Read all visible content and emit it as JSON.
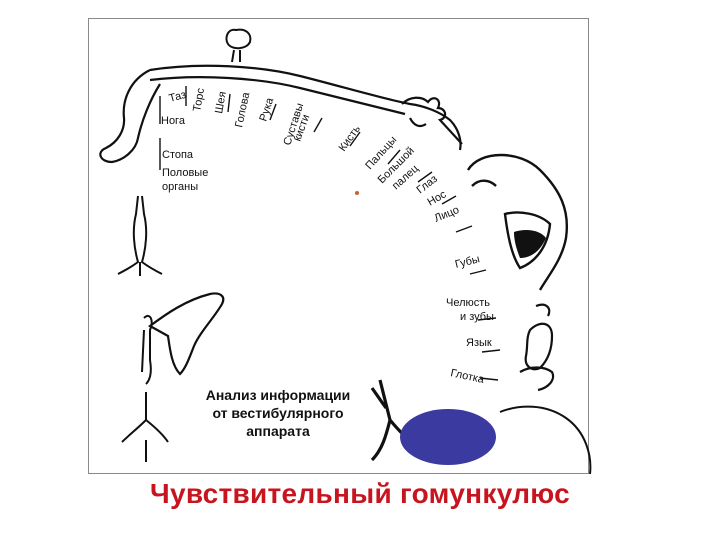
{
  "labels": {
    "taz": "Таз",
    "tors": "Торс",
    "sheya": "Шея",
    "golova": "Голова",
    "ruka": "Рука",
    "sustavy": "Суставы",
    "kisti": "кисти",
    "kist": "Кисть",
    "noga": "Нога",
    "stopa": "Стопа",
    "polovye": "Половые",
    "organy": "органы",
    "paltsy": "Пальцы",
    "bolshoy": "Большой",
    "palets": "палец",
    "glaz": "Глаз",
    "nos": "Нос",
    "litso": "Лицо",
    "guby": "Губы",
    "chelyust": "Челюсть",
    "i_zuby": "и зубы",
    "yazyk": "Язык",
    "glotka": "Глотка"
  },
  "caption": {
    "line1": "Анализ информации",
    "line2": "от вестибулярного",
    "line3": "аппарата"
  },
  "title": "Чувствительный гомункулюс",
  "colors": {
    "title": "#c8141e",
    "vestibular_area": "#3a3aa0",
    "ink": "#111111"
  }
}
